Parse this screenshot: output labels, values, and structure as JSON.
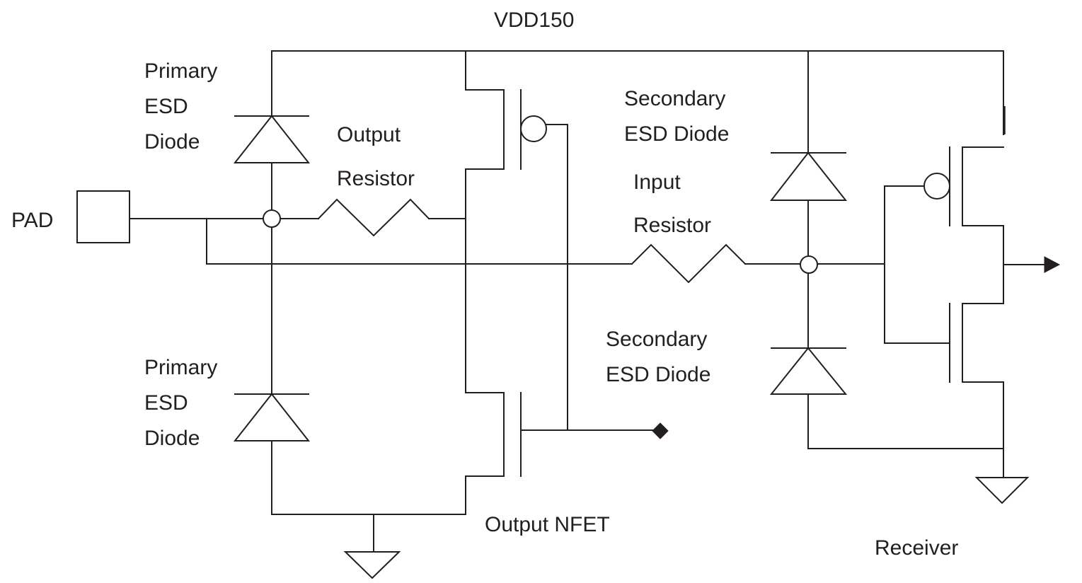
{
  "labels": {
    "supply": "VDD150",
    "pad": "PAD",
    "primary_top": [
      "Primary",
      "ESD",
      "Diode"
    ],
    "primary_bottom": [
      "Primary",
      "ESD",
      "Diode"
    ],
    "output_resistor": [
      "Output",
      "Resistor"
    ],
    "secondary_top": [
      "Secondary",
      "ESD Diode"
    ],
    "secondary_bottom": [
      "Secondary",
      "ESD Diode"
    ],
    "input_resistor": [
      "Input",
      "Resistor"
    ],
    "output_nfet": "Output NFET",
    "receiver": "Receiver"
  },
  "colors": {
    "ink": "#231f20",
    "background": "#ffffff"
  }
}
